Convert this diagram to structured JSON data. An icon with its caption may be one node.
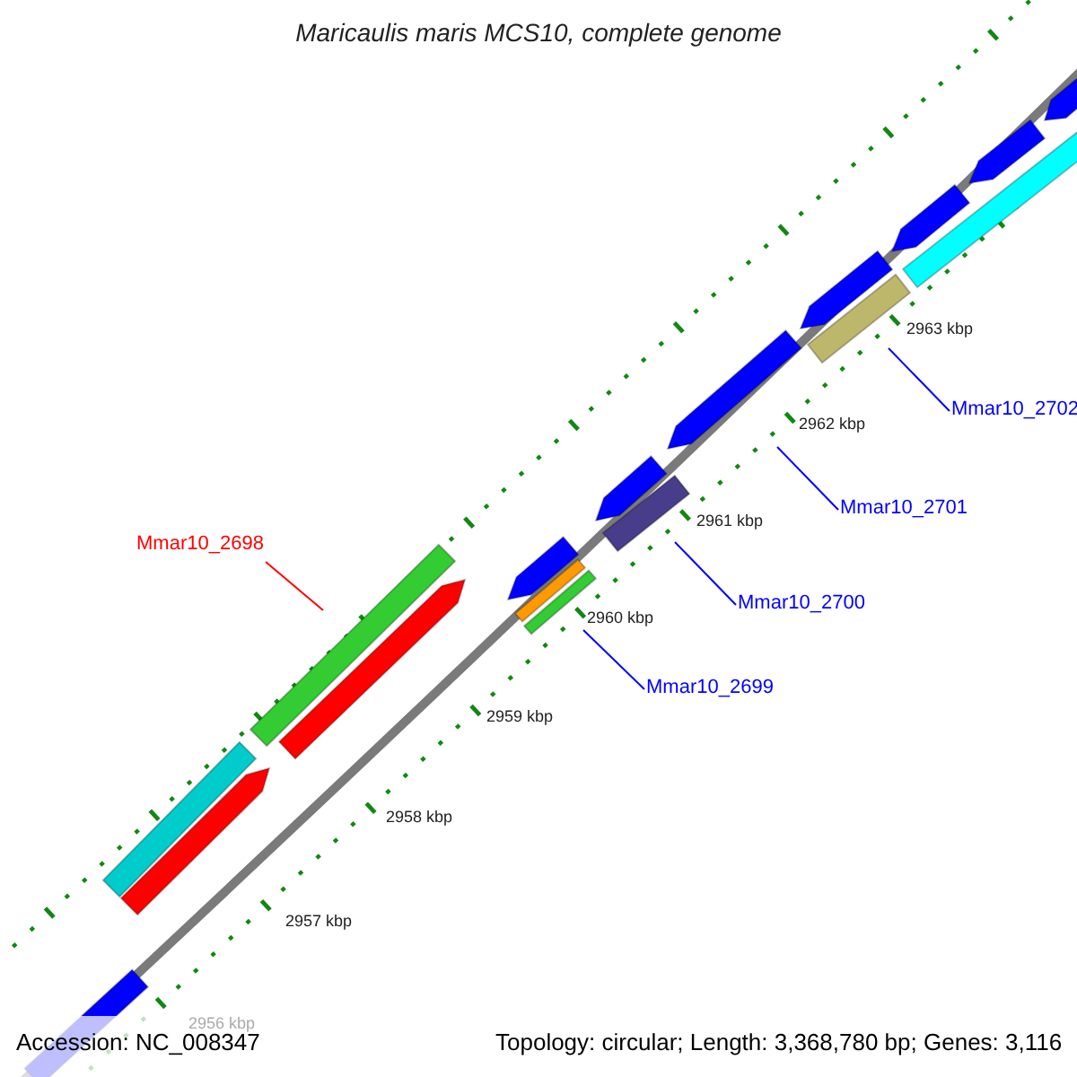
{
  "diagram": {
    "title": "Maricaulis maris MCS10, complete genome",
    "nodes": [
      {
        "text": [
          "Mmar10_2702"
        ]
      },
      {
        "text": [
          "Mmar10_2701"
        ]
      },
      {
        "text": [
          "Mmar10_2698"
        ]
      },
      {
        "text": [
          "Mmar10_2700"
        ]
      },
      {
        "text": [
          "Mmar10_2699"
        ]
      },
      {
        "text": [],
        "shape": "bar"
      },
      {
        "text": [],
        "shape": "bar"
      },
      {
        "text": [],
        "shape": "bar"
      },
      {
        "text": [],
        "shape": "bar"
      },
      {
        "text": [],
        "shape": "bar"
      },
      {
        "text": [],
        "shape": "bar"
      },
      {
        "text": [],
        "shape": "bar"
      },
      {
        "text": [],
        "shape": "bar"
      },
      {
        "text": [],
        "shape": "bar"
      },
      {
        "text": [],
        "shape": "bar"
      },
      {
        "text": [],
        "shape": "bar"
      },
      {
        "text": [],
        "shape": "bar"
      },
      {
        "text": [],
        "shape": "bar"
      },
      {
        "text": [],
        "shape": "bar"
      },
      {
        "text": [],
        "shape": "bar"
      },
      {
        "text": [],
        "shape": "bar"
      },
      {
        "text": [],
        "shape": "bar"
      }
    ],
    "edges": [
      {
        "from": 2,
        "to": 8,
        "arrow": "none",
        "color": "#ff0000"
      },
      {
        "from": 4,
        "to": 12,
        "arrow": "none"
      },
      {
        "from": 3,
        "to": 14,
        "arrow": "none"
      },
      {
        "from": 1,
        "to": 15,
        "arrow": "none"
      },
      {
        "from": 0,
        "to": 17,
        "arrow": "none"
      }
    ],
    "labels": [
      "2963 kbp",
      "2962 kbp",
      "2961 kbp",
      "2960 kbp",
      "2959 kbp",
      "2958 kbp",
      "2957 kbp",
      "2956 kbp",
      "Accession: NC_008347",
      "Topology: circular; Length: 3,368,780 bp; Genes: 3,116"
    ]
  }
}
